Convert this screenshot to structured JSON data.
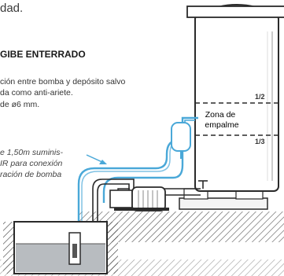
{
  "text": {
    "top_word": "dad.",
    "heading": "GIBE ENTERRADO",
    "para_lines": [
      "ción entre bomba y depósito salvo",
      "da como anti-ariete.",
      "de ø6 mm."
    ],
    "note_lines": [
      "e 1,50m suminis-",
      "IR para conexión",
      "ración de bomba"
    ]
  },
  "diagram": {
    "zone_label_lines": [
      "Zona de",
      "empalme"
    ],
    "level_upper": "1/2",
    "level_lower": "1/3"
  },
  "colors": {
    "tube_blue": "#4aa8d8",
    "line": "#2a2a2a",
    "water": "#b8bcc0"
  }
}
